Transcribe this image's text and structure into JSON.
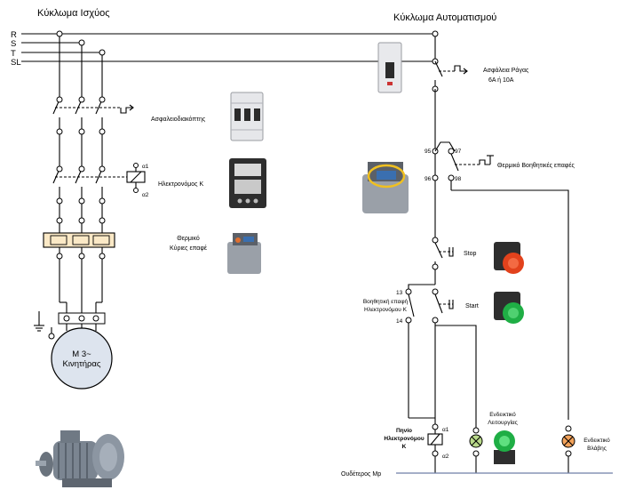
{
  "power_circuit": {
    "title": "Κύκλωμα Ισχύος",
    "bus_labels": [
      "R",
      "S",
      "T",
      "SL"
    ],
    "breaker_label": "Ασφαλειοδιακόπτης",
    "contactor_label": "Ηλεκτρονόμος Κ",
    "contactor_coil_terminals": [
      "α1",
      "α2"
    ],
    "overload_label_lines": [
      "Θερμικό",
      "Κύριες επαφέ"
    ],
    "motor_label_lines": [
      "M 3~",
      "Κινητήρας"
    ]
  },
  "control_circuit": {
    "title": "Κύκλωμα Αυτοματισμού",
    "fuse_label_lines": [
      "Ασφάλεια Ράγας",
      "6A ή 10A"
    ],
    "thermal_aux_label": "Θερμικό Βοηθητικές επαφές",
    "thermal_terminals": [
      "95",
      "97",
      "96",
      "98"
    ],
    "stop_label": "Stop",
    "start_label": "Start",
    "aux_contact_label_lines": [
      "Βοηθητική επαφή",
      "Ηλεκτρονόμου Κ"
    ],
    "aux_terminals": [
      "13",
      "14"
    ],
    "coil_label_lines": [
      "Πηνίο",
      "Ηλεκτρονόμου",
      "Κ"
    ],
    "coil_terminals": [
      "α1",
      "α2"
    ],
    "run_lamp_label_lines": [
      "Ενδεικτικό",
      "Λειτουργίας"
    ],
    "fault_lamp_label_lines": [
      "Ενδεικτικό",
      "Βλάβης"
    ],
    "neutral_label": "Ουδέτερος Mp"
  },
  "colors": {
    "wire": "#000000",
    "neutral_wire": "#6f7fa8",
    "lamp_run": "#b9d98a",
    "lamp_fault": "#f2a25a",
    "overload_box": "#fbe9c6",
    "motor_body": "#dde4ee",
    "stop_button": "#e2421c",
    "start_button": "#1fae45"
  },
  "icons": [
    "breaker-photo-icon",
    "contactor-photo-icon",
    "overload-relay-photo-icon",
    "motor-photo-icon",
    "stop-button-photo-icon",
    "start-button-photo-icon",
    "pilot-lamp-photo-icon",
    "ground-icon"
  ]
}
